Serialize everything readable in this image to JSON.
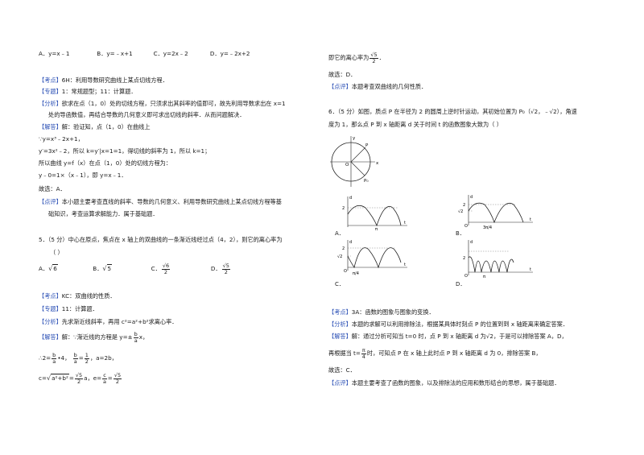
{
  "left": {
    "q4_options": [
      "A．y=x﹣1",
      "B．y=﹣x+1",
      "C．y=2x﹣2",
      "D．y=﹣2x+2"
    ],
    "q4_kaodian_tag": "【考点】",
    "q4_kaodian": "6H：利用导数研究曲线上某点切线方程．",
    "q4_zhuanti_tag": "【专题】",
    "q4_zhuanti": "1：常规题型；11：计算题．",
    "q4_fenxi_tag": "【分析】",
    "q4_fenxi_1": "欲求在点（1，0）处的切线方程，只须求出其斜率的值即可，故先利用导数求出在 x=1",
    "q4_fenxi_2": "处的导函数值，再结合导数的几何意义即可求出切线的斜率．从而问题解决．",
    "q4_jieda_tag": "【解答】",
    "q4_jieda_1": "解：验证知，点（1，0）在曲线上",
    "q4_jieda_2": "∵y=x³﹣2x+1，",
    "q4_jieda_3": "y′=3x²﹣2，所以 k=y′|x=1=1，得切线的斜率为 1，所以 k=1；",
    "q4_jieda_4": "所以曲线 y=f（x）在点（1，0）处的切线方程为：",
    "q4_jieda_5": "y﹣0=1×（x﹣1），即 y=x﹣1．",
    "q4_guxuan": "故选：A．",
    "q4_dianping_tag": "【点评】",
    "q4_dianping_1": "本小题主要考查直线的斜率、导数的几何意义、利用导数研究曲线上某点切线方程等基",
    "q4_dianping_2": "础知识，考查运算求解能力．属于基础题．",
    "q5_stem_1": "5．（5 分）中心在原点，焦点在 x 轴上的双曲线的一条渐近线经过点（4，2），则它的离心率为",
    "q5_stem_2": "（      ）",
    "q5_opt_a": "A．",
    "q5_opt_a_val": "6",
    "q5_opt_b": "B．",
    "q5_opt_b_val": "5",
    "q5_opt_c": "C．",
    "q5_opt_c_num": "√6",
    "q5_opt_c_den": "2",
    "q5_opt_d": "D．",
    "q5_opt_d_num": "√5",
    "q5_opt_d_den": "2",
    "q5_kaodian_tag": "【考点】",
    "q5_kaodian": "KC：双曲线的性质．",
    "q5_zhuanti_tag": "【专题】",
    "q5_zhuanti": "11：计算题．",
    "q5_fenxi_tag": "【分析】",
    "q5_fenxi": "先求渐近线斜率，再用 c²=a²+b²求离心率．",
    "q5_jieda_tag": "【解答】",
    "q5_jieda_1": "解：∵渐近线的方程是 y=±",
    "q5_jieda_1_num": "b",
    "q5_jieda_1_den": "a",
    "q5_jieda_1_end": "x，",
    "q5_jieda_2a": "∴2=",
    "q5_jieda_2b": "•4，",
    "q5_jieda_2c": "=",
    "q5_jieda_2d": "，a=2b，",
    "q5_jieda_2_half": "1",
    "q5_jieda_2_two": "2",
    "q5_jieda_3a": "c=",
    "q5_jieda_3b": "a²+b²",
    "q5_jieda_3c": "=",
    "q5_jieda_3d": "a，e=",
    "q5_jieda_3e": "=",
    "q5_jieda_3_s5": "√5",
    "q5_jieda_3_c": "c",
    "q5_jieda_3_a": "a"
  },
  "right": {
    "q5_cont_1": "即它的离心率为",
    "q5_cont_num": "√5",
    "q5_cont_den": "2",
    "q5_cont_end": "．",
    "q5_guxuan": "故选：D．",
    "q5_dianping_tag": "【点评】",
    "q5_dianping": "本题考查双曲线的几何性质．",
    "q6_stem_1": "6．（5 分）如图，质点 P 在半径为 2 的圆周上逆时针运动，其初始位置为 P₀（√2，﹣√2），角速",
    "q6_stem_2": "度为 1，那么点 P 到 x 轴距离 d 关于时间 t 的函数图象大致为（      ）",
    "fig_circle_y": "y",
    "fig_circle_x": "x",
    "fig_circle_o": "O",
    "fig_circle_p": "P",
    "fig_circle_p0": "P₀",
    "graph_d": "d",
    "graph_t": "t",
    "graph_o": "O",
    "graph_two": "2",
    "graph_sqrt2": "√2",
    "graph_pi": "π",
    "graph_3pi4": "3π/4",
    "graph_pi4": "π/4",
    "opt_a": "A．",
    "opt_b": "B．",
    "opt_c": "C．",
    "opt_d": "D．",
    "q6_kaodian_tag": "【考点】",
    "q6_kaodian": "3A：函数的图象与图象的变换．",
    "q6_fenxi_tag": "【分析】",
    "q6_fenxi_1": "本题的求解可以利用排除法，根据某具体时刻点 P 的位置到到 x 轴距离来确定答案．",
    "q6_jieda_tag": "【解答】",
    "q6_jieda_1": "解：通过分析可知当 t=0 时，点 P 到 x 轴距离 d 为√2，于是可以排除答案 A，D，",
    "q6_jieda_2a": "再根据当 t=",
    "q6_jieda_2_num": "π",
    "q6_jieda_2_den": "4",
    "q6_jieda_2b": "时，可知点 P 在 x 轴上此时点 P 到 x 轴距离 d 为 0，排除答案 B，",
    "q6_guxuan": "故选：C．",
    "q6_dianping_tag": "【点评】",
    "q6_dianping": "本题主要考查了函数的图象，以及排除法的应用和数形结合的思想，属于基础题．"
  }
}
